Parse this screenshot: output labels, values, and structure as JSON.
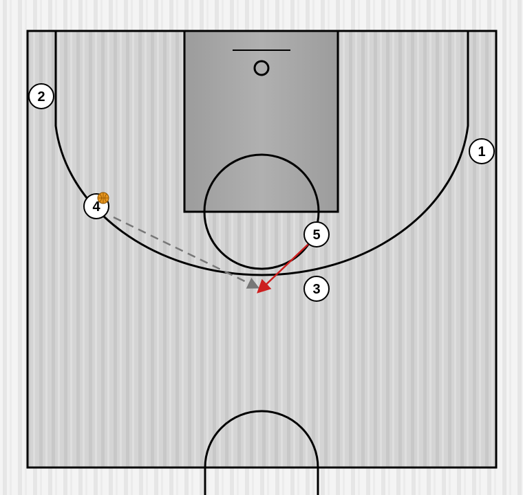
{
  "colors": {
    "court_light": "#d4d4d4",
    "court_stripe": "#c2c2c2",
    "outer_stripe": "#e4e4e4",
    "paint": "#a6a6a6",
    "line": "#000000",
    "player_fill": "#ffffff",
    "pass_line": "#777777",
    "cut_line": "#cc1f1f",
    "ball": "#e8961e"
  },
  "players": [
    {
      "id": "p1",
      "label": "1"
    },
    {
      "id": "p2",
      "label": "2"
    },
    {
      "id": "p3",
      "label": "3"
    },
    {
      "id": "p4",
      "label": "4"
    },
    {
      "id": "p5",
      "label": "5"
    }
  ],
  "ball": {
    "holder": "4",
    "icon": "basketball-icon"
  },
  "actions": [
    {
      "type": "pass",
      "from": "4",
      "style": "dashed"
    },
    {
      "type": "cut",
      "from": "5",
      "style": "solid-arrow"
    }
  ]
}
